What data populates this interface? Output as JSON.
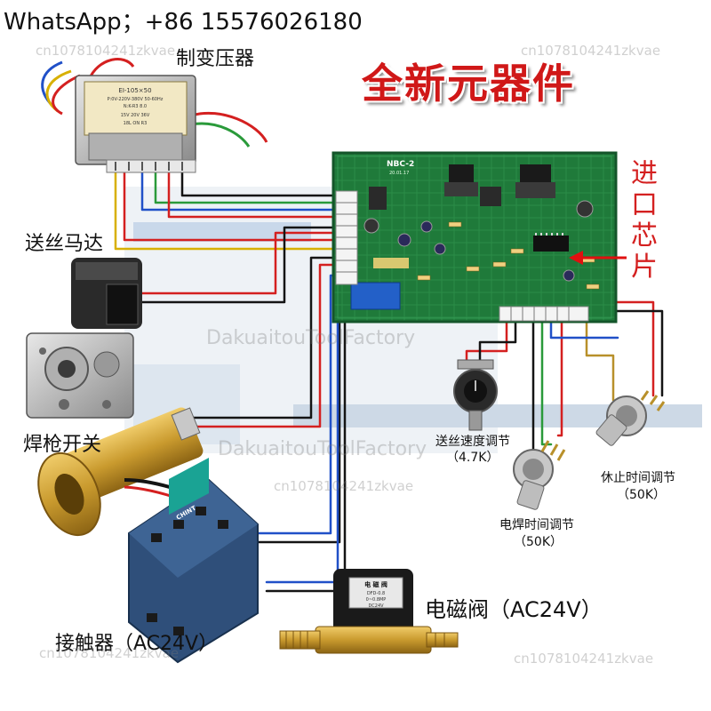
{
  "header": {
    "contact": "WhatsApp；+86 15576026180"
  },
  "banner": {
    "text": "全新元器件"
  },
  "labels": {
    "transformer": "制变压器",
    "wire_feed_motor": "送丝马达",
    "torch_switch": "焊枪开关",
    "contactor": "接触器（AC24V）",
    "solenoid_valve": "电磁阀（AC24V）",
    "imported_chip": [
      "进",
      "口",
      "芯",
      "片"
    ],
    "wire_speed_pot": "送丝速度调节",
    "wire_speed_value": "（4.7K）",
    "weld_time_pot": "电焊时间调节",
    "weld_time_value": "（50K）",
    "rest_time_pot": "休止时间调节",
    "rest_time_value": "（50K）"
  },
  "board": {
    "model": "NBC-2",
    "date": "20.01.17"
  },
  "transformer_plate": [
    "EI-105×50",
    "P:0V-220V-380V 50-60Hz",
    "N:K-R3 8.0",
    "15V  20V  36V",
    "18L  ON  R3"
  ],
  "contactor_brand": "CHINT",
  "valve_tag": [
    "电  磁  阀"
  ],
  "valve_plate": [
    "DFD-0.8",
    "0~0.8MP",
    "DC24V"
  ],
  "watermarks": [
    {
      "text": "cn1078104241zkvae"
    },
    {
      "text": "cn1078104241zkvae"
    },
    {
      "text": "DakuaitouToolFactory"
    },
    {
      "text": "DakuaitouToolFactory"
    },
    {
      "text": "cn1078104241zkvae"
    },
    {
      "text": "cn1078104241zkvae"
    },
    {
      "text": "cn1078104241zkvae"
    }
  ],
  "colors": {
    "board_green": "#1f7a3a",
    "board_dark": "#14552a",
    "wire_red": "#d42020",
    "wire_black": "#141414",
    "wire_blue": "#2050c8",
    "wire_yellow": "#d8b000",
    "wire_green": "#2a9a3a",
    "brass": "#c99a2e",
    "banner_red": "#d01818",
    "arrow_red": "#e01010",
    "contactor_blue": "#2f4f7a",
    "contactor_teal": "#1aa394"
  }
}
